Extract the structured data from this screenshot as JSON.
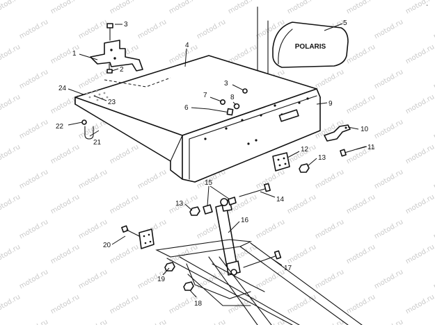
{
  "watermark": {
    "text": "motod.ru",
    "color": "#c9c9c9"
  },
  "brand_plate": {
    "text": "POLARIS"
  },
  "callouts": {
    "c1": "1",
    "c2": "2",
    "c3a": "3",
    "c3b": "3",
    "c4": "4",
    "c5": "5",
    "c6": "6",
    "c7": "7",
    "c8": "8",
    "c9": "9",
    "c10": "10",
    "c11": "11",
    "c12": "12",
    "c13a": "13",
    "c13b": "13",
    "c14": "14",
    "c15": "15",
    "c16": "16",
    "c17": "17",
    "c18": "18",
    "c19": "19",
    "c20": "20",
    "c21": "21",
    "c22": "22",
    "c23": "23",
    "c24": "24"
  },
  "icons": {
    "bolt": "bolt-icon",
    "nut": "nut-icon",
    "shock": "shock-absorber-icon"
  }
}
